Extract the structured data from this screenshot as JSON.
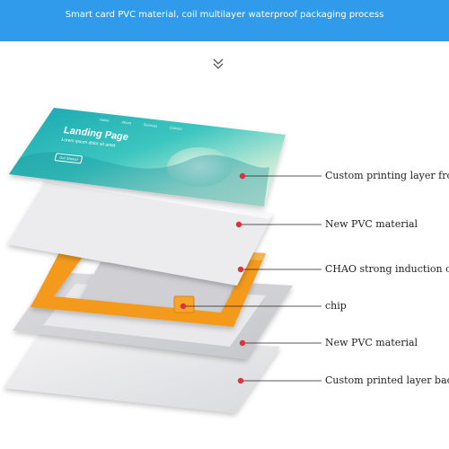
{
  "banner": {
    "text": "Smart card PVC material, coil multilayer waterproof packaging process",
    "color": "#2f9bea"
  },
  "scroll_icon": "double-chevron-down-icon",
  "card_front": {
    "title": "Landing Page",
    "subtitle": "Lorem ipsum dolor sit amet",
    "button": "Get Started",
    "nav": [
      "Home",
      "About",
      "Services",
      "Contact"
    ]
  },
  "accent_color": "#e0303a",
  "coil_color": "#f39a1e",
  "layers": [
    {
      "label": "Custom printing layer front"
    },
    {
      "label": "New PVC material"
    },
    {
      "label": "CHAO strong induction coil"
    },
    {
      "label": "chip"
    },
    {
      "label": "New PVC material"
    },
    {
      "label": "Custom printed layer back"
    }
  ]
}
